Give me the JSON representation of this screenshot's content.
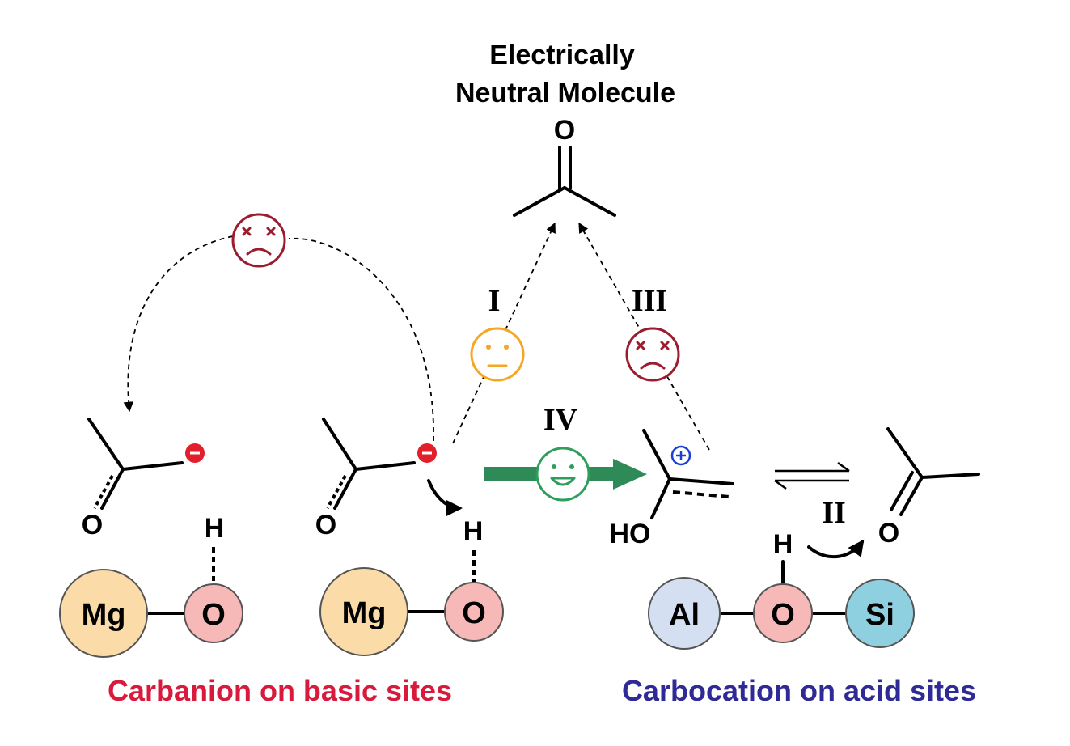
{
  "title": {
    "line1": "Electrically",
    "line2": "Neutral Molecule"
  },
  "atoms": {
    "oxygen": "O",
    "hydrogen": "H",
    "hydroxyl": "HO"
  },
  "charges": {
    "negative": "−",
    "positive": "+"
  },
  "pathways": {
    "p1": "I",
    "p2": "II",
    "p3": "III",
    "p4": "IV"
  },
  "sites": {
    "magnesium": "Mg",
    "oxygen": "O",
    "aluminum": "Al",
    "silicon": "Si"
  },
  "captions": {
    "basic": "Carbanion on basic sites",
    "acid": "Carbocation on acid sites"
  },
  "faces": {
    "sad_top": "dead-face-icon",
    "neutral_I": "neutral-face-icon",
    "sad_III": "dead-face-icon",
    "happy_IV": "happy-face-icon"
  },
  "colors": {
    "caption_basic": "#d81b3c",
    "caption_acid": "#2f2a96",
    "sad": "#9b1c2e",
    "neutral": "#f5a623",
    "happy": "#2e9e5b",
    "arrow_green": "#2e8b57",
    "mg_fill": "#fbdca8",
    "o_fill": "#f6b9b7",
    "al_fill": "#d4dff2",
    "si_fill": "#8fd0e0",
    "anion": "#e21f2a",
    "cation": "#1b3fd6"
  }
}
